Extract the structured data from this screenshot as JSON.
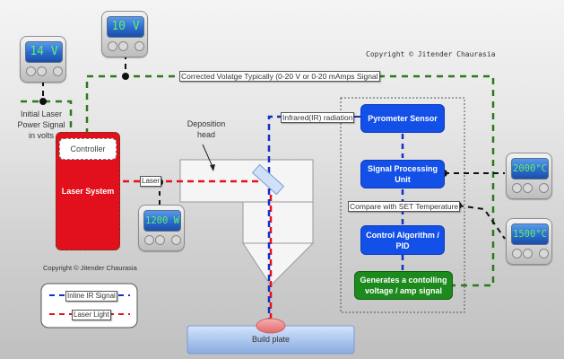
{
  "meters": {
    "initial_power": {
      "value": "14 V"
    },
    "corrected": {
      "value": "10 V"
    },
    "laser_power": {
      "value": "1200 W"
    },
    "measured_temp": {
      "value": "2000°C"
    },
    "set_temp": {
      "value": "1500°C"
    }
  },
  "labels": {
    "copyright_top": "Copyright © Jitender Chaurasia",
    "copyright_left": "Copyright © Jitender Chaurasia",
    "corrected_voltage": "Corrected Volatge Typically (0-20 V or 0-20 mAmps Signal",
    "initial_laser_power": [
      "Initial Laser",
      "Power Signal",
      "in volts"
    ],
    "deposition_head": [
      "Deposition",
      "head"
    ],
    "infrared": "Infrared(IR) radiation",
    "laser_tag": "Laser",
    "compare": "Compare with SET Temperature",
    "build_plate": "Build plate"
  },
  "laser_system": {
    "controller": "Controller",
    "title": "Laser System"
  },
  "processing": {
    "pyrometer": "Pyrometer Sensor",
    "signal_processing": [
      "Signal Processing",
      "Unit"
    ],
    "control_algorithm": [
      "Control Algorithm /",
      "PID"
    ],
    "generates": [
      "Generates a contolling",
      "voltage / amp signal"
    ]
  },
  "legend": {
    "ir": "Inline IR Signal",
    "laser": "Laser Light"
  },
  "colors": {
    "laser_red": "#e8101a",
    "ir_blue": "#1030c8",
    "signal_green": "#2a7a1a",
    "box_blue": "#1350e8",
    "box_green": "#1d8a1d"
  }
}
